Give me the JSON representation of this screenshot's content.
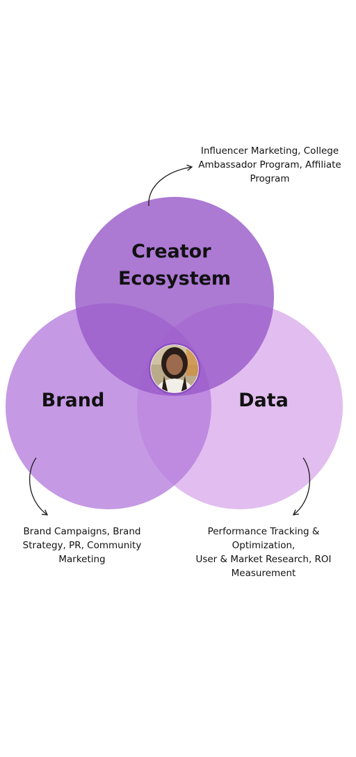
{
  "diagram": {
    "colors": {
      "creator": "#9a5bc9",
      "brand": "#b57cdc",
      "data": "#d7a8ea",
      "label": "#111111",
      "arrow": "#1a1a1a",
      "avatar_ring": "#8c4fc0"
    },
    "circles": {
      "creator": {
        "label_lines": [
          "Creator",
          "Ecosystem"
        ]
      },
      "brand": {
        "label_lines": [
          "Brand"
        ]
      },
      "data": {
        "label_lines": [
          "Data"
        ]
      }
    },
    "center": {
      "icon": "profile-photo-avatar"
    },
    "notes": {
      "creator": {
        "lines": [
          "Influencer Marketing, College",
          "Ambassador Program, Affiliate",
          "Program"
        ]
      },
      "brand": {
        "lines": [
          "Brand Campaigns, Brand",
          "Strategy, PR, Community",
          "Marketing"
        ]
      },
      "data": {
        "lines": [
          "Performance Tracking &",
          "Optimization,",
          "User & Market Research, ROI",
          "Measurement"
        ]
      }
    }
  }
}
